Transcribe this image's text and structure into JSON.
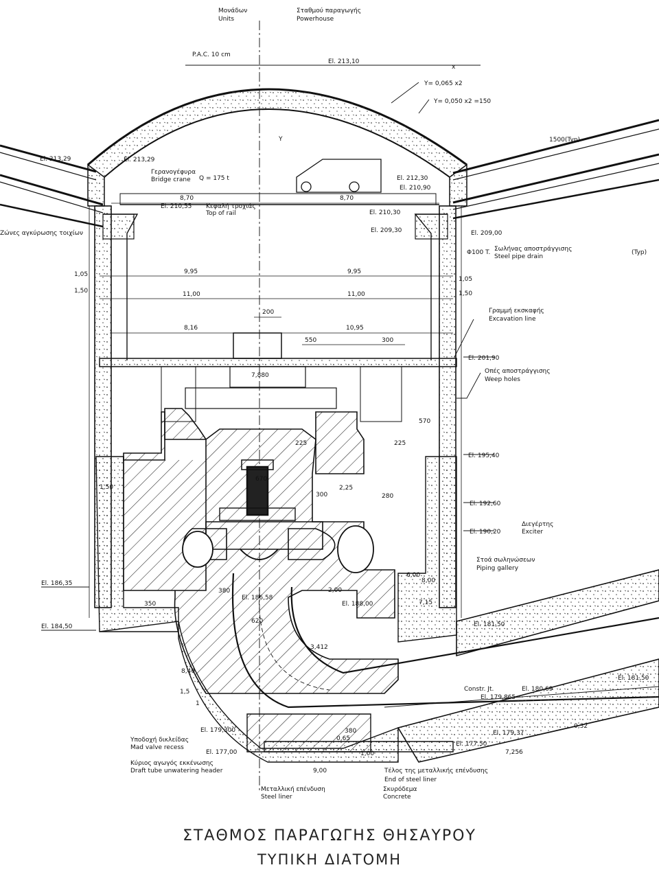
{
  "caption": {
    "line1": "ΣΤΑΘΜΟΣ ΠΑΡΑΓΩΓΗΣ ΘΗΣΑΥΡΟΥ",
    "line2": "ΤΥΠΙΚΗ ΔΙΑΤΟΜΗ"
  },
  "header": {
    "units_gr": "Μονάδων",
    "units_en": "Units",
    "powerhouse_gr": "Σταθμού παραγωγής",
    "powerhouse_en": "Powerhouse"
  },
  "labels": {
    "pac": "P.A.C. 10 cm",
    "curve1": "Y= 0,065 x2",
    "curve2": "Y= 0,050 x2 =150",
    "slope": "1500(Typ)",
    "crane_gr": "Γερανογέφυρα",
    "crane_en": "Bridge crane",
    "crane_cap": "Q = 175 t",
    "rail_gr": "Κεφαλή τροχιάς",
    "rail_en": "Top of rail",
    "anchor_gr": "Ζώνες αγκύρωσης τοιχίων",
    "drain_gr": "Σωλήνας αποστράγγισης",
    "drain_en": "Steel pipe drain",
    "drain_typ": "(Typ)",
    "drain_code": "Φ100 T.",
    "excav_gr": "Γραμμή εκσκαφής",
    "excav_en": "Excavation line",
    "weep_gr": "Οπές αποστράγγισης",
    "weep_en": "Weep holes",
    "exciter_gr": "Διεγέρτης",
    "exciter_en": "Exciter",
    "piping_gr": "Στοά σωληνώσεων",
    "piping_en": "Piping gallery",
    "valve_gr": "Υποδοχή δικλείδας",
    "valve_en": "Mad valve recess",
    "header_gr": "Κύριος αγωγός εκκένωσης",
    "header_en": "Draft tube unwatering header",
    "liner_gr": "Μεταλλική επένδυση",
    "liner_en": "Steel liner",
    "steel_gr": "Τέλος της μεταλλικής επένδυσης",
    "steel_en": "End of steel liner",
    "concrete_gr": "Σκυρόδεμα",
    "concrete_en": "Concrete",
    "constr": "Constr. Jt.",
    "slope_small": "1,5",
    "slope_one": "1"
  },
  "elevations": {
    "e1": "El. 213,10",
    "e2": "El. 213,29",
    "e3": "El. 213,29",
    "e4": "El. 212,30",
    "e5": "El. 210,90",
    "e6": "El. 210,55",
    "e7": "El. 210,30",
    "e8": "El. 209,30",
    "e9": "El. 209,00",
    "e10": "El. 201,90",
    "e11": "El. 195,40",
    "e12": "El. 192,60",
    "e13": "El. 190,20",
    "e14": "El. 186,35",
    "e15": "El. 184,50",
    "e16": "El. 186,58",
    "e17": "El. 188,00",
    "e18": "El. 181,50",
    "e19": "El. 180,69",
    "e20": "El. 179,865",
    "e21": "El. 181,50",
    "e22": "El. 179,300",
    "e23": "El. 177,00",
    "e24": "El. 177,50",
    "e25": "El. 179,37"
  },
  "dims": {
    "d870a": "8,70",
    "d870b": "8,70",
    "d995a": "9,95",
    "d995b": "9,95",
    "d1100a": "11,00",
    "d1100b": "11,00",
    "d200": "200",
    "d816": "8,16",
    "d1095": "10,95",
    "d550": "550",
    "d300": "300",
    "d105a": "1,05",
    "d105b": "1,05",
    "d150a": "1,50",
    "d150b": "1,50",
    "d150c": "1,50",
    "d7880": "7,880",
    "d225a": "225",
    "d225b": "225",
    "d570": "570",
    "d670": "670",
    "d300b": "300",
    "d225c": "2,25",
    "d280": "280",
    "d380": "380",
    "d350": "350",
    "d620": "620",
    "d600": "6,00",
    "d3412": "3,412",
    "d800": "8,00",
    "d200b": "2,00",
    "d715": "7,15",
    "d840": "8,40",
    "d065": "0,65",
    "d380b": "380",
    "d900": "9,00",
    "d100": "1,00",
    "d7256": "7,256",
    "d032": "0,32",
    "x": "x",
    "y": "Y"
  }
}
